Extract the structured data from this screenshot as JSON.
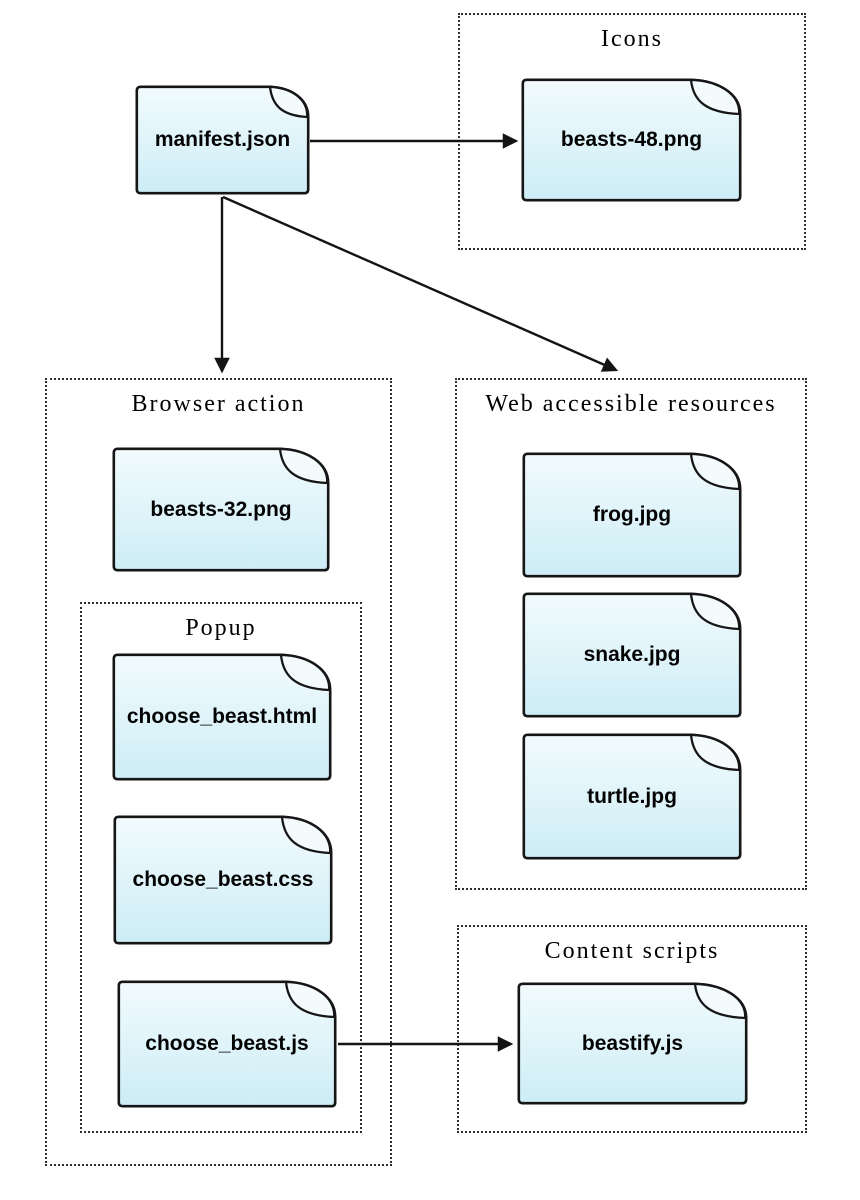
{
  "canvas": {
    "background": "#ffffff"
  },
  "colors": {
    "file_fill_top": "#f2fbfd",
    "file_fill_bottom": "#cdedf6",
    "file_outline": "#161616",
    "group_border": "#2e2e2e",
    "arrow": "#141414",
    "text": "#000000"
  },
  "groups": {
    "icons": {
      "label": "Icons"
    },
    "browser_action": {
      "label": "Browser action"
    },
    "popup": {
      "label": "Popup"
    },
    "web_accessible_resources": {
      "label": "Web accessible resources"
    },
    "content_scripts": {
      "label": "Content scripts"
    }
  },
  "files": {
    "manifest_json": {
      "label": "manifest.json"
    },
    "beasts_48_png": {
      "label": "beasts-48.png",
      "group": "Icons"
    },
    "beasts_32_png": {
      "label": "beasts-32.png",
      "group": "Browser action"
    },
    "choose_beast_html": {
      "label": "choose_beast.html",
      "group": "Popup"
    },
    "choose_beast_css": {
      "label": "choose_beast.css",
      "group": "Popup"
    },
    "choose_beast_js": {
      "label": "choose_beast.js",
      "group": "Popup"
    },
    "frog_jpg": {
      "label": "frog.jpg",
      "group": "Web accessible resources"
    },
    "snake_jpg": {
      "label": "snake.jpg",
      "group": "Web accessible resources"
    },
    "turtle_jpg": {
      "label": "turtle.jpg",
      "group": "Web accessible resources"
    },
    "beastify_js": {
      "label": "beastify.js",
      "group": "Content scripts"
    }
  },
  "edges": [
    {
      "from": "manifest.json",
      "to": "beasts-48.png"
    },
    {
      "from": "manifest.json",
      "to": "Browser action"
    },
    {
      "from": "manifest.json",
      "to": "Web accessible resources"
    },
    {
      "from": "choose_beast.js",
      "to": "beastify.js"
    }
  ]
}
